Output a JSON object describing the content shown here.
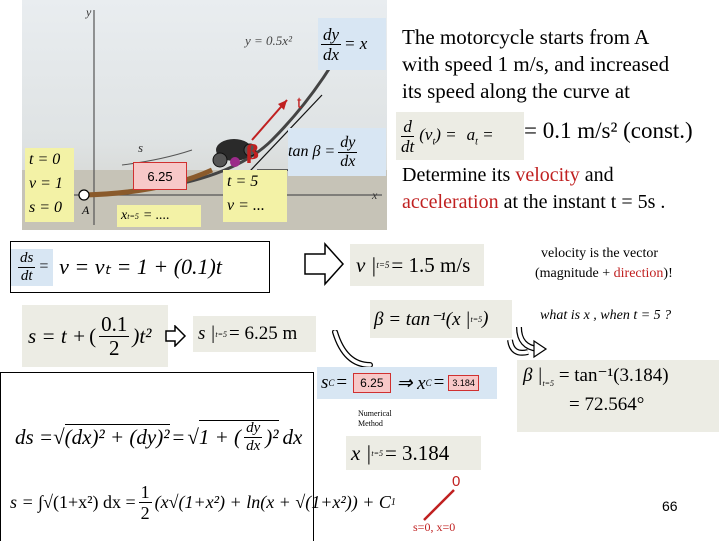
{
  "problem": {
    "line1": "The motorcycle starts from A",
    "line2": "with speed 1 m/s, and increased",
    "line3": "its speed along the curve at",
    "accel_eq": "= 0.1 m/s² (const.)",
    "task1": "Determine its ",
    "task_velocity": "velocity",
    "task_and": " and",
    "task_accel": "acceleration",
    "task2": " at the instant t = 5s ."
  },
  "figure": {
    "curve_eq": "y = 0.5x²",
    "axis_y": "y",
    "axis_x": "x",
    "point_a": "A",
    "label_s": "s",
    "label_t": "t",
    "beta": "β",
    "init_t": "t = 0",
    "init_v": "v = 1",
    "init_s": "s = 0",
    "val_625": "6.25",
    "final_t": "t = 5",
    "final_v": "v = ...",
    "x_t5": "x",
    "x_sub": "t=5",
    "x_eq": "= ....",
    "deriv_num": "dy",
    "deriv_den": "dx",
    "deriv_rhs": "= x",
    "tanb": "tan β =",
    "tanb_num": "dy",
    "tanb_den": "dx"
  },
  "steps": {
    "ds_num": "ds",
    "ds_den": "dt",
    "v_eq": "v = vₜ = 1 + (0.1)t",
    "v_result_lhs": "v |",
    "v_result_sub": "t=5",
    "v_result_rhs": "= 1.5  m/s",
    "velocity_note1": "velocity is the vector",
    "velocity_note2a": "(magnitude + ",
    "velocity_note2b": "direction",
    "velocity_note2c": ")!",
    "s_eq_lhs": "s = t +",
    "s_num": "0.1",
    "s_den": "2",
    "s_eq_rhs": ")t²",
    "s_result_lhs": "s |",
    "s_result_sub": "t=5",
    "s_result_rhs": "= 6.25 m",
    "beta_eq": "β = tan⁻¹(x |",
    "beta_sub": "t=5",
    "beta_close": ")",
    "question": "what is x , when t = 5 ?",
    "sc_lhs": "s",
    "sc_sub": "C",
    "sc_val": "6.25",
    "xc_arrow": "⇒ x",
    "xc_sub": "C",
    "xc_val": "3.184",
    "numerical1": "Numerical",
    "numerical2": "Method",
    "ds_int": "ds = ",
    "x_result": "x |",
    "x_result_sub": "t=5",
    "x_result_rhs": "= 3.184",
    "beta_result_lhs": "β |",
    "beta_result_sub": "t=5",
    "beta_result_rhs1": "= tan⁻¹(3.184)",
    "beta_result_rhs2": "= 72.564°",
    "integral_lhs": "s = ∫",
    "integral_rhs": "(x√(1+x²) + ln(x + √(1+x²)) + C",
    "c_sub": "1",
    "half_num": "1",
    "half_den": "2",
    "zero": "0",
    "init_cond": "s=0, x=0",
    "page_no": "66"
  }
}
